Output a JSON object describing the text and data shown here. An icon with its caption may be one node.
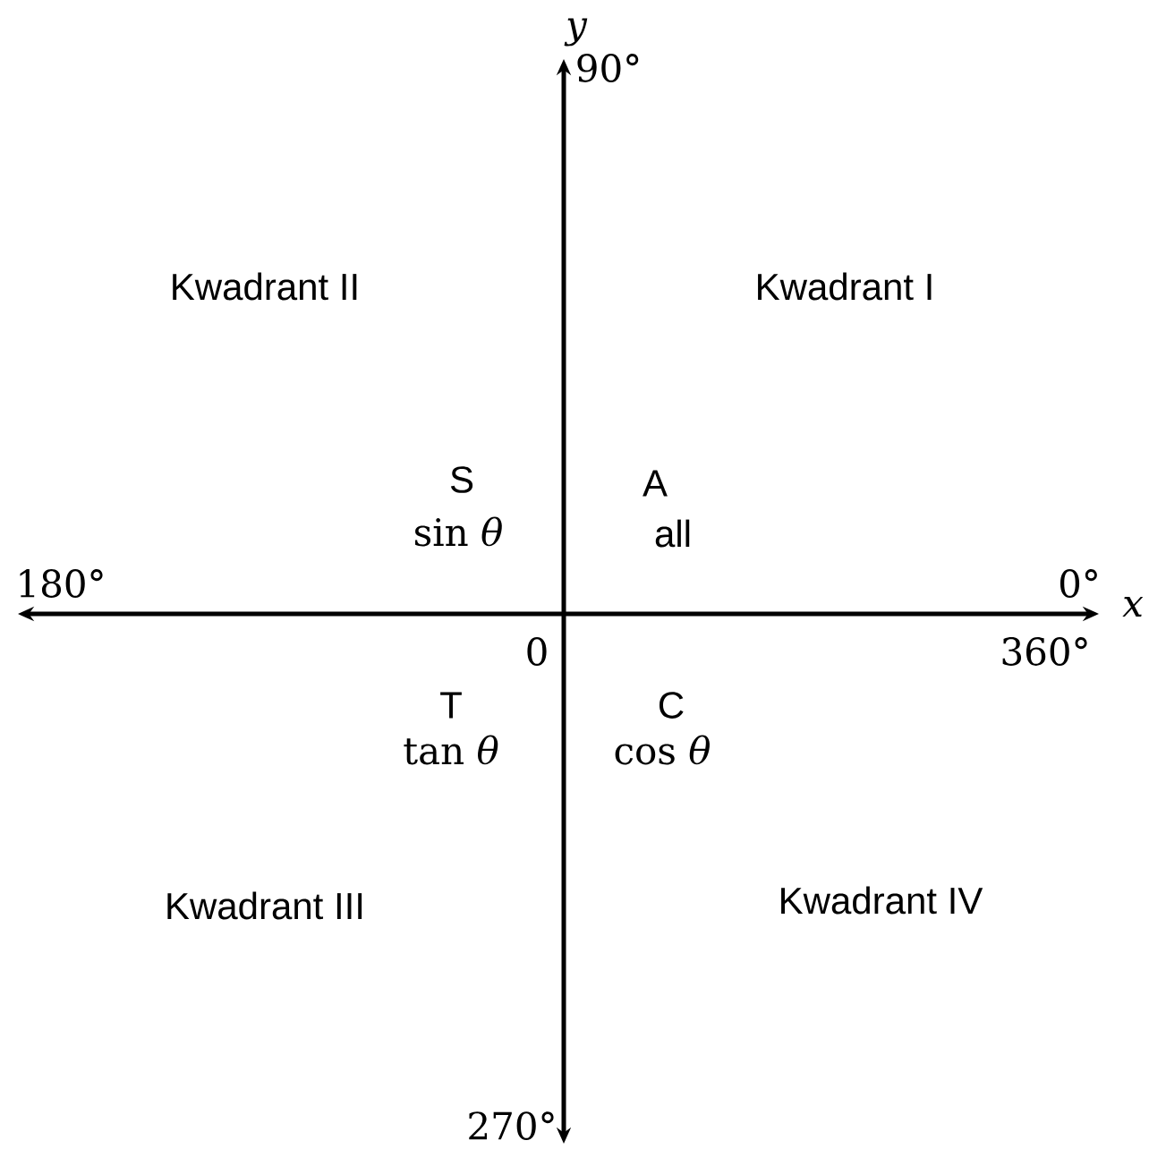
{
  "diagram": {
    "labels": [
      "y",
      "90°",
      "Kwadrant II",
      "Kwadrant I",
      "S",
      "A",
      "sin *θ*",
      "all",
      "180°",
      "0°",
      "x",
      "0",
      "360°",
      "T",
      "C",
      "tan *θ*",
      "cos *θ*",
      "Kwadrant III",
      "Kwadrant IV",
      "270°"
    ]
  }
}
